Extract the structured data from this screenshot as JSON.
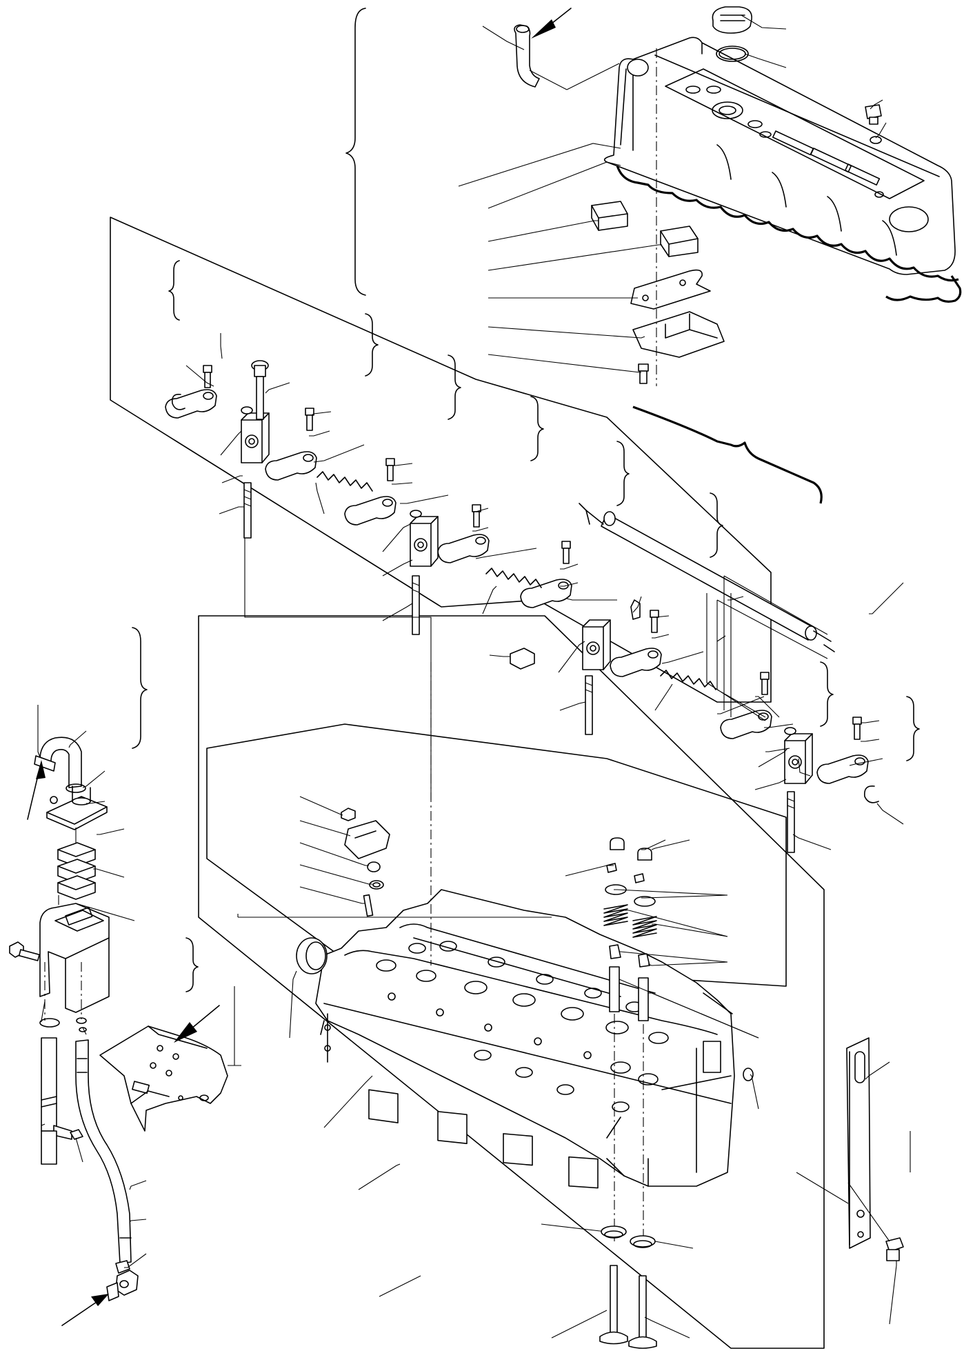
{
  "figure": {
    "type": "exploded-parts-diagram",
    "subject": "cylinder head",
    "text_labels": [],
    "groups": [
      {
        "id": "rocker-cover",
        "parts": [
          "breather-hose",
          "oil-filler-cap",
          "o-ring",
          "rocker-cover",
          "cover-gasket",
          "damper-pad",
          "damper-pad",
          "cover-plate",
          "cover-bracket",
          "cover-bolt",
          "plug",
          "seal-washer"
        ]
      },
      {
        "id": "rocker-shaft-assembly",
        "parts": [
          "rocker-arm",
          "rocker-support",
          "support-stud",
          "rocker-spring",
          "adjust-screw",
          "lock-nut",
          "rocker-shaft",
          "shaft-plug",
          "snap-ring"
        ]
      },
      {
        "id": "cylinder-head",
        "parts": [
          "cylinder-head",
          "expansion-plug",
          "thermostat-housing",
          "water-outlet-pipe",
          "valve",
          "valve-spring",
          "spring-retainer",
          "valve-collet",
          "valve-stem-seal",
          "valve-guide",
          "valve-seat-insert",
          "lifting-eye",
          "lifting-eye-bolt"
        ]
      },
      {
        "id": "breather-system",
        "parts": [
          "hose",
          "hose-clamp",
          "breather-cover",
          "breather-element",
          "breather-body",
          "breather-bolt",
          "drain-pipe",
          "drain-hose",
          "banjo-fitting",
          "bracket"
        ]
      }
    ],
    "arrows": 4,
    "callout_leaders": 94
  }
}
